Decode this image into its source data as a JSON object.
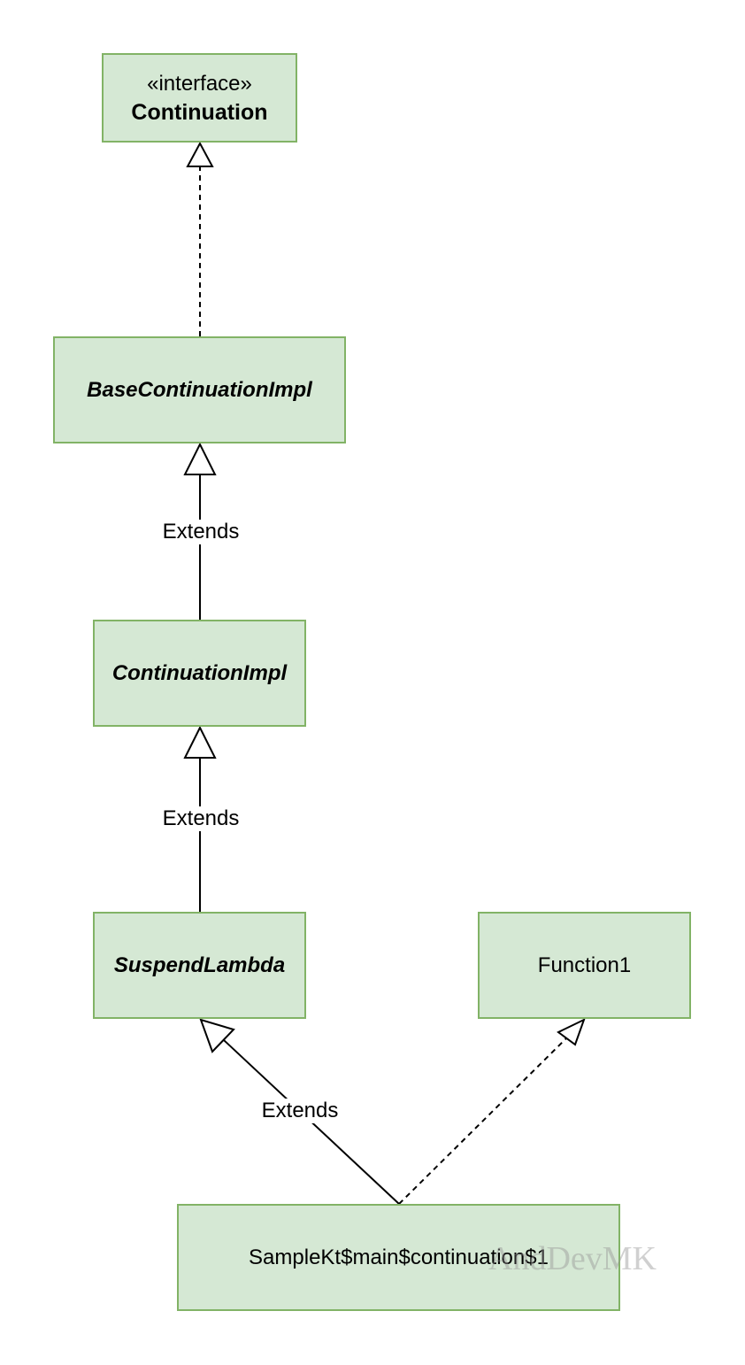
{
  "nodes": {
    "continuation": {
      "stereotype": "«interface»",
      "name": "Continuation"
    },
    "base_continuation_impl": {
      "name": "BaseContinuationImpl"
    },
    "continuation_impl": {
      "name": "ContinuationImpl"
    },
    "suspend_lambda": {
      "name": "SuspendLambda"
    },
    "function1": {
      "name": "Function1"
    },
    "sample_kt": {
      "name": "SampleKt$main$continuation$1"
    }
  },
  "edges": {
    "base_to_continuation": {
      "label": ""
    },
    "continuation_impl_to_base": {
      "label": "Extends"
    },
    "suspend_lambda_to_continuation_impl": {
      "label": "Extends"
    },
    "sample_to_suspend_lambda": {
      "label": "Extends"
    },
    "sample_to_function1": {
      "label": ""
    }
  },
  "colors": {
    "node_fill": "#d5e8d4",
    "node_border": "#82b366",
    "line": "#000000"
  },
  "watermark": "AndDevMK"
}
